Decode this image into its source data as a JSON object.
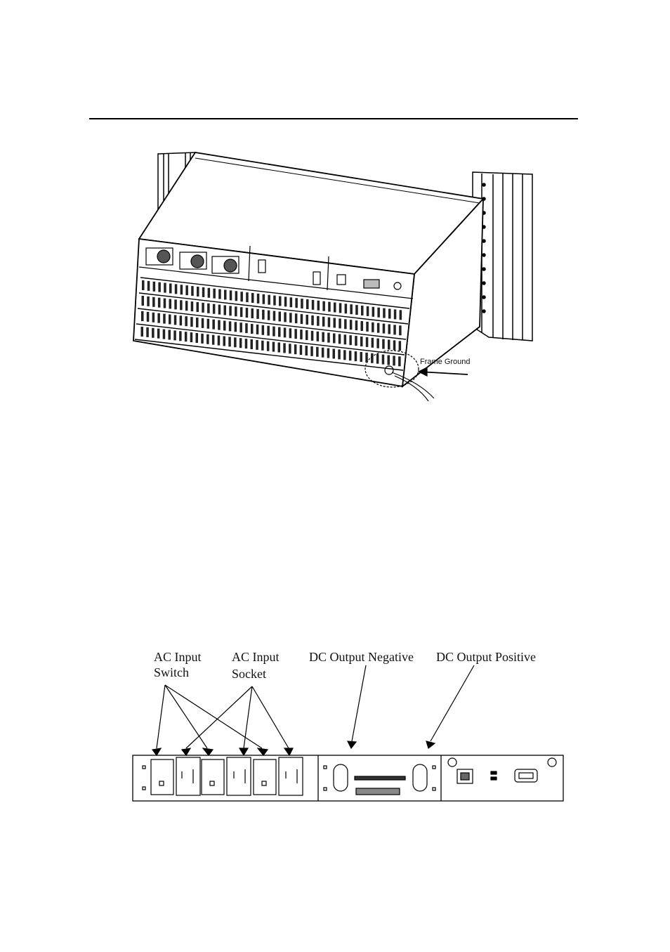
{
  "figure1": {
    "callout_label": "Frame Ground"
  },
  "figure2": {
    "labels": {
      "ac_input_switch_line1": "AC Input",
      "ac_input_switch_line2": "Switch",
      "ac_input_socket_line1": "AC Input",
      "ac_input_socket_line2": "Socket",
      "dc_output_negative": "DC Output Negative",
      "dc_output_positive": "DC Output Positive"
    }
  }
}
